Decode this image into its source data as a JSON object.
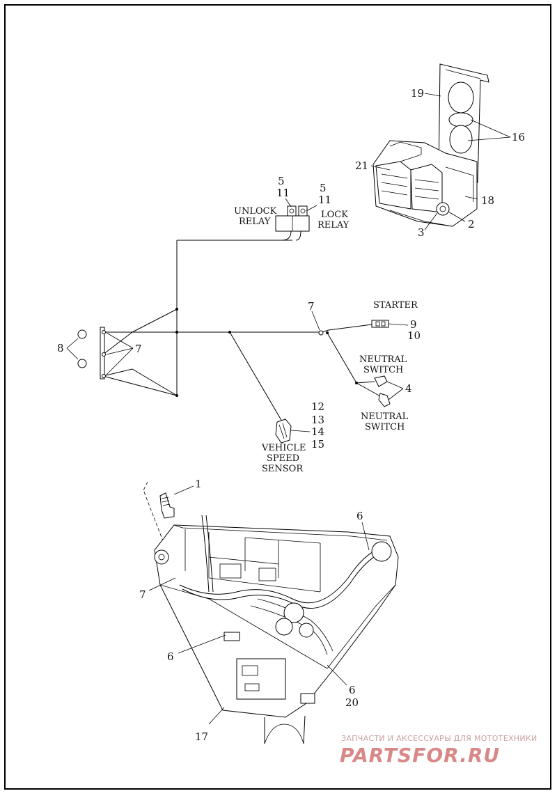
{
  "labels": {
    "unlock_relay_1": "UNLOCK",
    "unlock_relay_2": "RELAY",
    "lock_relay_1": "LOCK",
    "lock_relay_2": "RELAY",
    "starter": "STARTER",
    "neutral_switch_a_1": "NEUTRAL",
    "neutral_switch_a_2": "SWITCH",
    "neutral_switch_b_1": "NEUTRAL",
    "neutral_switch_b_2": "SWITCH",
    "vehicle_speed_sensor_1": "VEHICLE",
    "vehicle_speed_sensor_2": "SPEED",
    "vehicle_speed_sensor_3": "SENSOR"
  },
  "callouts": {
    "n19": "19",
    "n16": "16",
    "n21": "21",
    "n18": "18",
    "n2": "2",
    "n3": "3",
    "n5a": "5",
    "n11a": "11",
    "n5b": "5",
    "n11b": "11",
    "n7_top": "7",
    "n9": "9",
    "n10": "10",
    "n8": "8",
    "n7_left": "7",
    "n4": "4",
    "n12": "12",
    "n13": "13",
    "n14": "14",
    "n15": "15",
    "n1": "1",
    "n6_top": "6",
    "n7_tray": "7",
    "n6_left": "6",
    "n6_right": "6",
    "n20": "20",
    "n17": "17"
  },
  "watermark": {
    "line1": "ЗАПЧАСТИ И АКСЕССУАРЫ ДЛЯ МОТОТЕХНИКИ",
    "line2": "PARTSFOR.RU"
  }
}
